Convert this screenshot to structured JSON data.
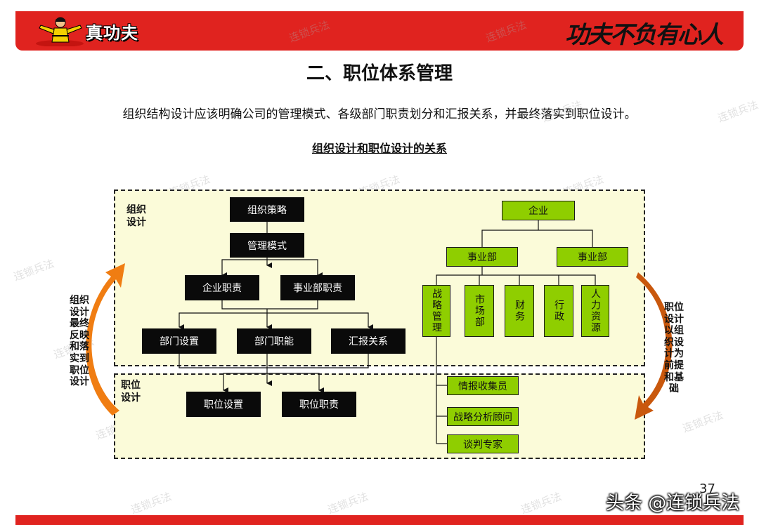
{
  "header": {
    "brand": "真功夫",
    "slogan": "功夫不负有心人"
  },
  "title": "二、职位体系管理",
  "intro": "组织结构设计应该明确公司的管理模式、各级部门职责划分和汇报关系，并最终落实到职位设计。",
  "subtitle": "组织设计和职位设计的关系",
  "zones": {
    "org_label": "组织\n设计",
    "pos_label": "职位\n设计"
  },
  "left_flow": {
    "strategy": "组织策略",
    "mode": "管理模式",
    "corp_duty": "企业职责",
    "bu_duty": "事业部职责",
    "dept_setup": "部门设置",
    "dept_func": "部门职能",
    "report": "汇报关系",
    "pos_setup": "职位设置",
    "pos_duty": "职位职责"
  },
  "right_tree": {
    "enterprise": "企业",
    "bu_left": "事业部",
    "bu_right": "事业部",
    "depts": [
      "战略管理",
      "市场部",
      "财务",
      "行政",
      "人力资源"
    ],
    "positions": [
      "情报收集员",
      "战略分析顾问",
      "谈判专家"
    ]
  },
  "side_notes": {
    "left": "组织设计最终反映和落实到职位设计",
    "right": "职位设计以组织设计为前提和基础"
  },
  "colors": {
    "header_red": "#e0231f",
    "zone_fill": "#fbfbd9",
    "green_box": "#8fce00",
    "arrow_orange": "#f07d12"
  },
  "footer": {
    "page_number": "37",
    "credit": "头条 @连锁兵法"
  },
  "watermark": "连锁兵法"
}
